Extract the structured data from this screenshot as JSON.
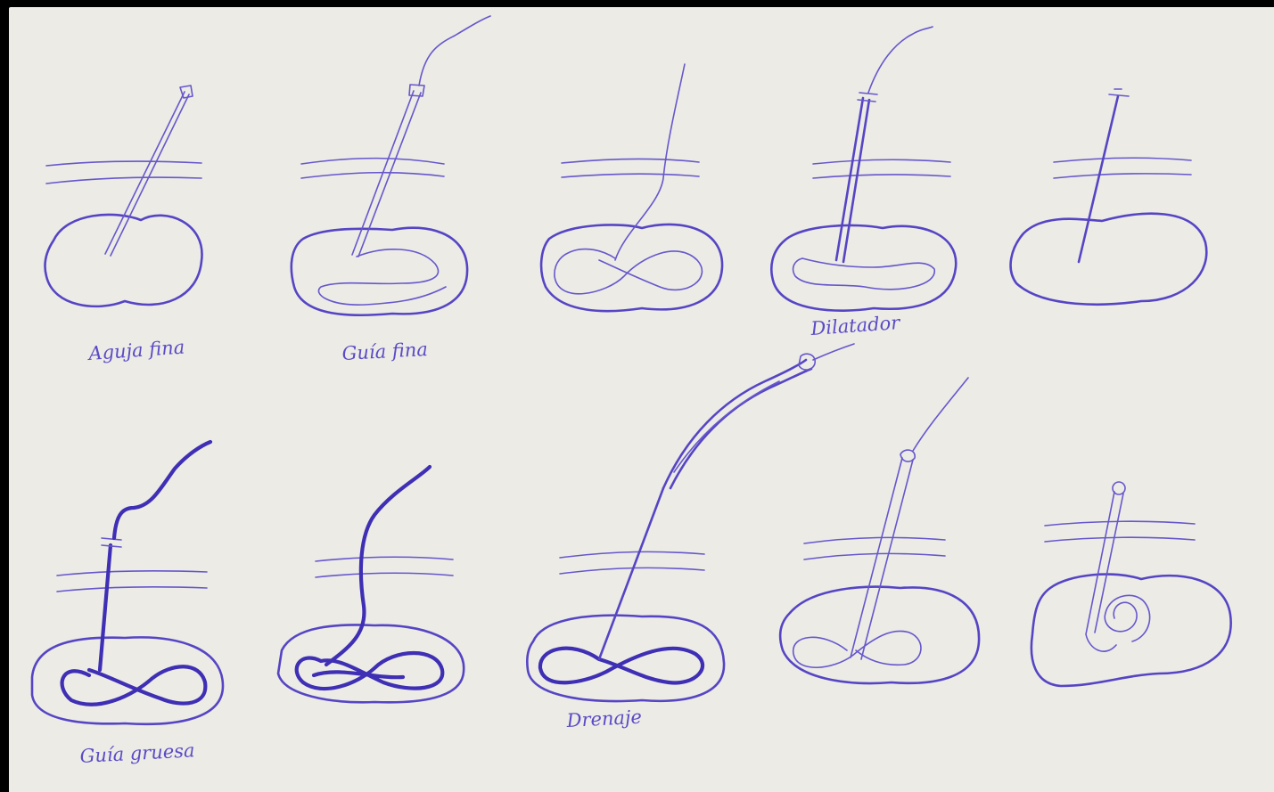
{
  "labels": {
    "step1": "Aguja fina",
    "step2": "Guía fina",
    "step4": "Dilatador",
    "step6": "Guía gruesa",
    "step8": "Drenaje"
  },
  "colors": {
    "ink": "#5545c4",
    "paper": "#ecebe6",
    "frame": "#000000"
  }
}
